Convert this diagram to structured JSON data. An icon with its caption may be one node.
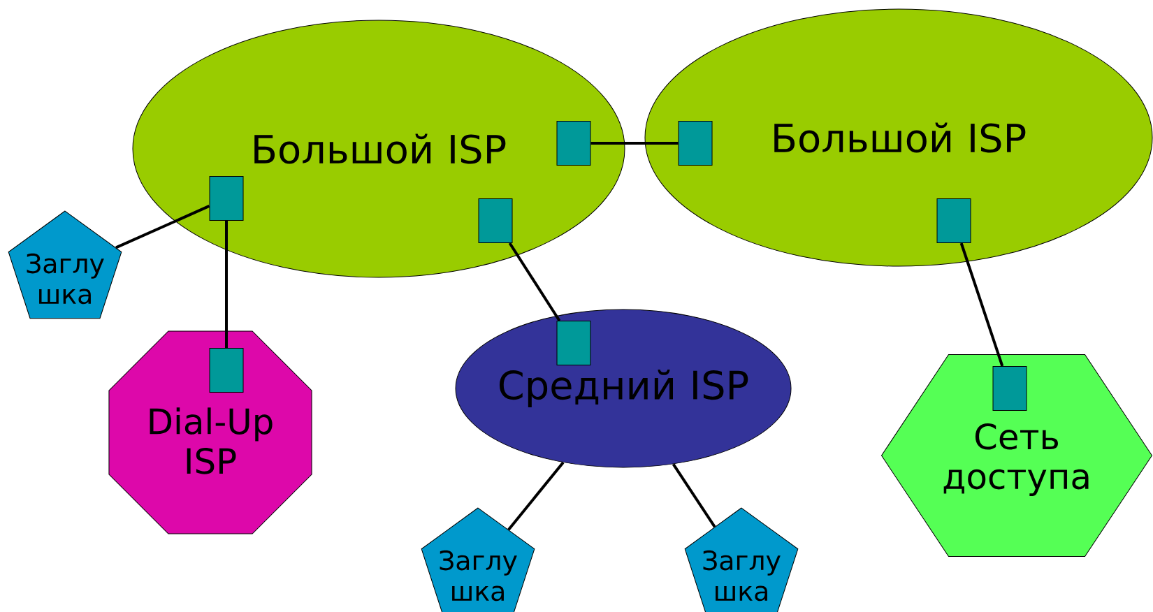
{
  "diagram": {
    "nodes": [
      {
        "text": [
          "Большой ISP"
        ]
      },
      {
        "text": [],
        "shape": "box",
        "in": 0
      },
      {
        "text": [],
        "shape": "box",
        "in": 0
      },
      {
        "text": [],
        "shape": "box",
        "in": 0
      },
      {
        "text": [
          "Большой ISP"
        ]
      },
      {
        "text": [],
        "shape": "box",
        "in": 4
      },
      {
        "text": [],
        "shape": "box",
        "in": 4
      },
      {
        "text": [
          "Заглу шка"
        ]
      },
      {
        "text": [
          "Dial-Up ISP"
        ]
      },
      {
        "text": [],
        "shape": "box",
        "in": 8
      },
      {
        "text": [
          "Средний ISP"
        ]
      },
      {
        "text": [],
        "shape": "box",
        "in": 10
      },
      {
        "text": [
          "Сеть доступа"
        ]
      },
      {
        "text": [],
        "shape": "box",
        "in": 12
      },
      {
        "text": [
          "Заглу шка"
        ]
      },
      {
        "text": [
          "Заглу шка"
        ]
      }
    ],
    "edges": [
      {
        "from": 1,
        "to": 5,
        "arrow": "none"
      },
      {
        "from": 2,
        "to": 7,
        "arrow": "none"
      },
      {
        "from": 2,
        "to": 9,
        "arrow": "none"
      },
      {
        "from": 3,
        "to": 11,
        "arrow": "none"
      },
      {
        "from": 6,
        "to": 13,
        "arrow": "none"
      },
      {
        "from": 10,
        "to": 14,
        "arrow": "none"
      },
      {
        "from": 10,
        "to": 15,
        "arrow": "none"
      }
    ]
  }
}
